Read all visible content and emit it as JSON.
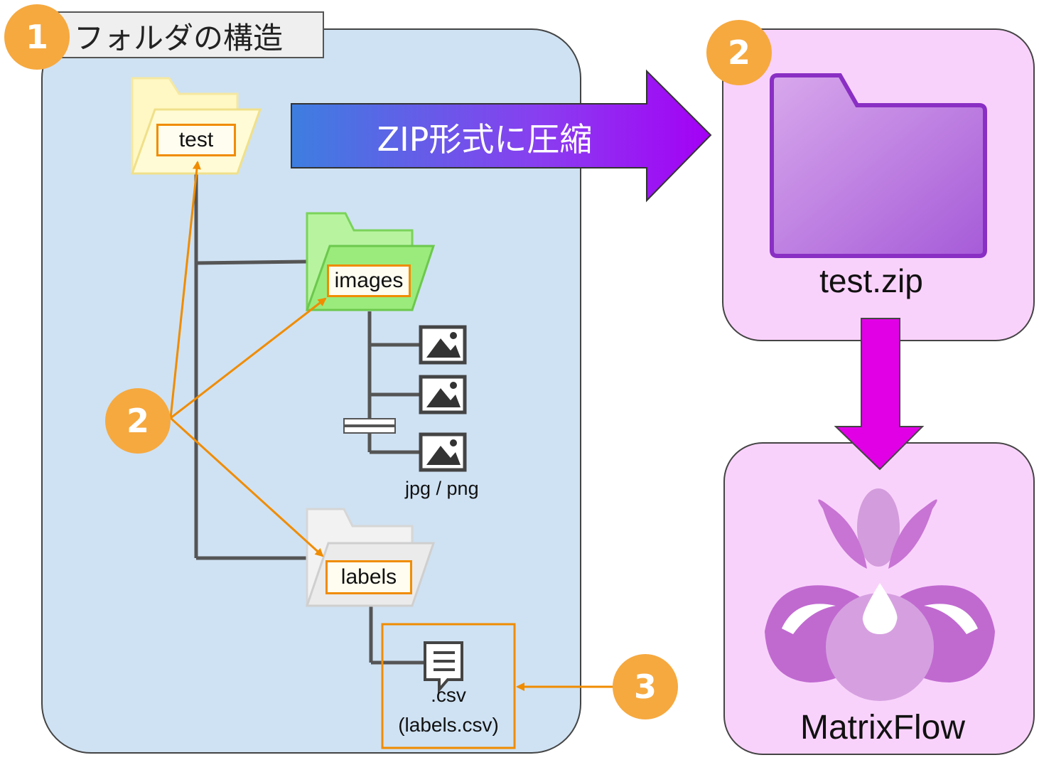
{
  "section_title": "フォルダの構造",
  "badges": {
    "one": "1",
    "two_left": "2",
    "two_right": "2",
    "three": "3"
  },
  "folders": {
    "test": "test",
    "images": "images",
    "labels": "labels"
  },
  "images_caption": "jpg / png",
  "csv": {
    "ext": ".csv",
    "name": "(labels.csv)"
  },
  "arrow_text": "ZIP形式に圧縮",
  "zip_name": "test.zip",
  "app_name": "MatrixFlow",
  "colors": {
    "blue_panel": "#cfe2f3",
    "pink_panel": "#f9d2fb",
    "badge": "#f6a93f",
    "highlight": "#f08c00"
  }
}
